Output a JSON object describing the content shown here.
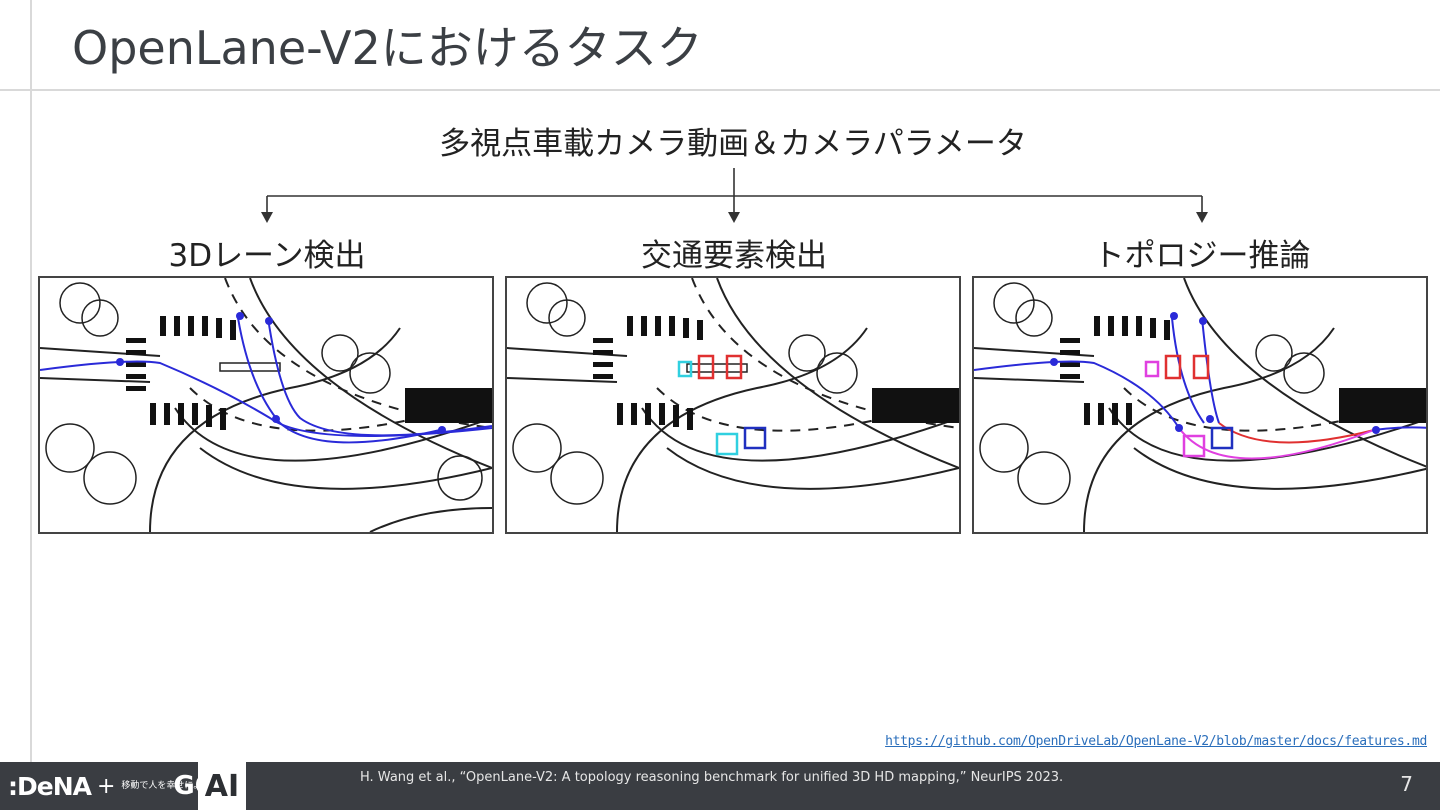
{
  "slide": {
    "title": "OpenLane-V2におけるタスク",
    "input_label": "多視点車載カメラ動画＆カメラパラメータ",
    "tasks": [
      {
        "label": "3Dレーン検出"
      },
      {
        "label": "交通要素検出"
      },
      {
        "label": "トポロジー推論"
      }
    ],
    "reference_url": "https://github.com/OpenDriveLab/OpenLane-V2/blob/master/docs/features.md"
  },
  "footer": {
    "logo_dena": ":DeNA",
    "logo_plus": "+",
    "logo_tagline": "移動で人を幸せに。",
    "logo_go": "GO",
    "ai_badge": "AI",
    "citation": "H. Wang et al., “OpenLane-V2: A topology reasoning benchmark for unified 3D HD mapping,” NeurIPS 2023.",
    "page_number": "7"
  },
  "colors": {
    "lane_blue": "#2a2ad8",
    "detect_red": "#e03030",
    "detect_cyan": "#30d0e0",
    "detect_navy": "#2030c0",
    "topo_magenta": "#e040e0",
    "footer_bg": "#3a3d42"
  }
}
